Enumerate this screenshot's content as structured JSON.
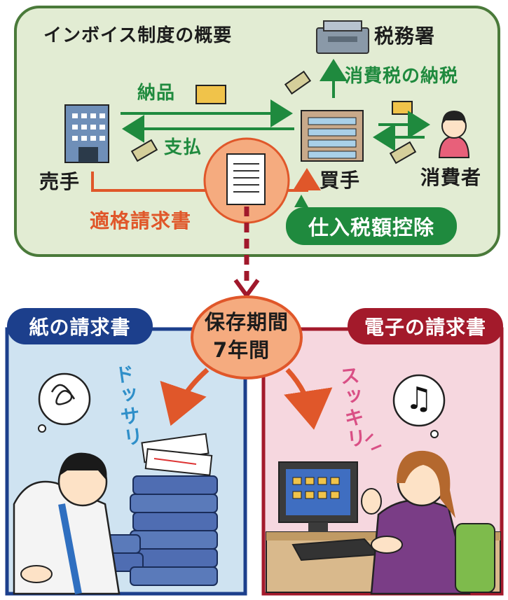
{
  "top": {
    "title": "インボイス制度の概要",
    "tax_office": "税務署",
    "consumption_tax_payment": "消費税の納税",
    "delivery": "納品",
    "payment": "支払",
    "seller": "売手",
    "buyer": "買手",
    "consumer": "消費者",
    "qualified_invoice": "適格請求書",
    "input_tax_credit": "仕入税額控除"
  },
  "center": {
    "line1": "保存期間",
    "line2": "7年間"
  },
  "left": {
    "badge": "紙の請求書",
    "sfx": "ドッサリ"
  },
  "right": {
    "badge": "電子の請求書",
    "sfx": "スッキリ",
    "music_note": "♫"
  },
  "colors": {
    "panel_top_bg": "#e2ecd3",
    "panel_top_border": "#4a7a3a",
    "arrow_green": "#1f8a3e",
    "line_orange": "#e0572a",
    "arrow_darkred": "#a0182b",
    "left_bg": "#cfe3f1",
    "left_border": "#1c3f8c",
    "right_bg": "#f6d7df",
    "right_border": "#a31a2b",
    "center_circle": "#f5ab7f"
  }
}
